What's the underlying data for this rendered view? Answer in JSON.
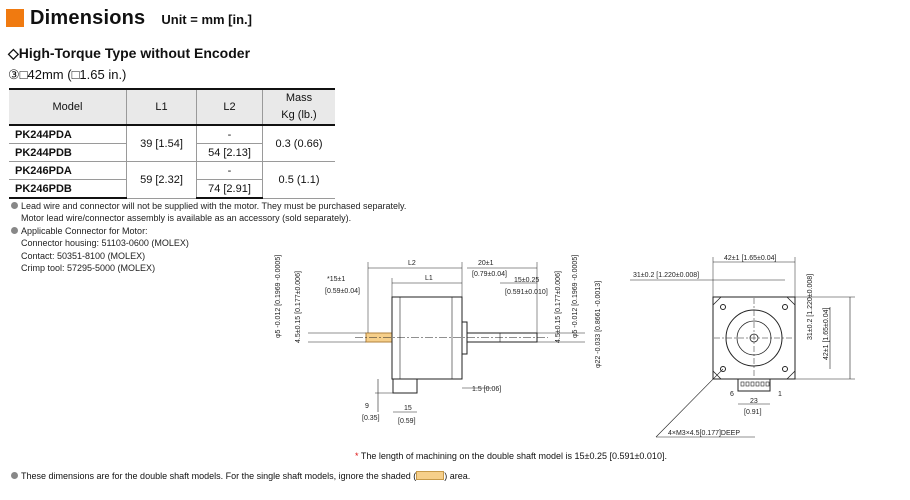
{
  "header": {
    "title": "Dimensions",
    "unit": "Unit = mm [in.]",
    "accent": "#f07a10"
  },
  "subtitle": "◇High-Torque Type without Encoder",
  "size_label": "③□42mm (□1.65 in.)",
  "table": {
    "headers": {
      "model": "Model",
      "l1": "L1",
      "l2": "L2",
      "mass_line1": "Mass",
      "mass_line2": "Kg (lb.)"
    },
    "groups": [
      {
        "models": [
          "PK244PDA",
          "PK244PDB"
        ],
        "l1": "39 [1.54]",
        "l2": [
          "-",
          "54 [2.13]"
        ],
        "mass": "0.3 (0.66)"
      },
      {
        "models": [
          "PK246PDA",
          "PK246PDB"
        ],
        "l1": "59 [2.32]",
        "l2": [
          "-",
          "74 [2.91]"
        ],
        "mass": "0.5 (1.1)"
      }
    ]
  },
  "notes": {
    "lead": "Lead wire and connector will not be supplied with the motor. They must be purchased separately.",
    "lead2": "Motor lead wire/connector assembly is available as an accessory (sold separately).",
    "connector_title": "Applicable Connector for Motor:",
    "housing": "Connector housing: 51103-0600 (MOLEX)",
    "contact": "Contact: 50351-8100 (MOLEX)",
    "crimp": "Crimp tool: 57295-5000 (MOLEX)"
  },
  "drawing": {
    "shaft_dia": "φ5 -0.012 [0.1969 -0.0005]",
    "shaft_flat": "4.5±0.15 [0.177±0.006]",
    "machining_len": "*15±1",
    "machining_len_in": "[0.59±0.04]",
    "l2": "L2",
    "l1": "L1",
    "front_shaft_len": "20±1",
    "front_shaft_len_in": "[0.79±0.04]",
    "front_flat_len": "15±0.25",
    "front_flat_len_in": "[0.591±0.010]",
    "front_flat": "4.5±0.15 [0.177±0.006]",
    "front_shaft_dia": "φ5 -0.012 [0.1969 -0.0005]",
    "pilot_dia": "φ22 -0.033 [0.8661 -0.0013]",
    "flange_thk": "1.5 [0.06]",
    "conn_h": "9",
    "conn_h_in": "[0.35]",
    "conn_w": "15",
    "conn_w_in": "[0.59]",
    "hole_pitch_top": "42±1 [1.65±0.04]",
    "hole_pitch_left": "31±0.2 [1.220±0.008]",
    "hole_pitch_right": "31±0.2 [1.220±0.008]",
    "side_right": "42±1 [1.65±0.04]",
    "pin1": "1",
    "pin6": "6",
    "conn_width": "23",
    "conn_width_in": "[0.91]",
    "mount_holes": "4×M3×4.5[0.177]DEEP"
  },
  "footnote_machining": "The length of machining on the double shaft model is 15±0.25 [0.591±0.010].",
  "footnote_star": "*",
  "footnote_shaded_pre": "These dimensions are for the double shaft models. For the single shaft models, ignore the shaded (",
  "footnote_shaded_post": ") area.",
  "colors": {
    "shaded": "#f6cf8a"
  }
}
